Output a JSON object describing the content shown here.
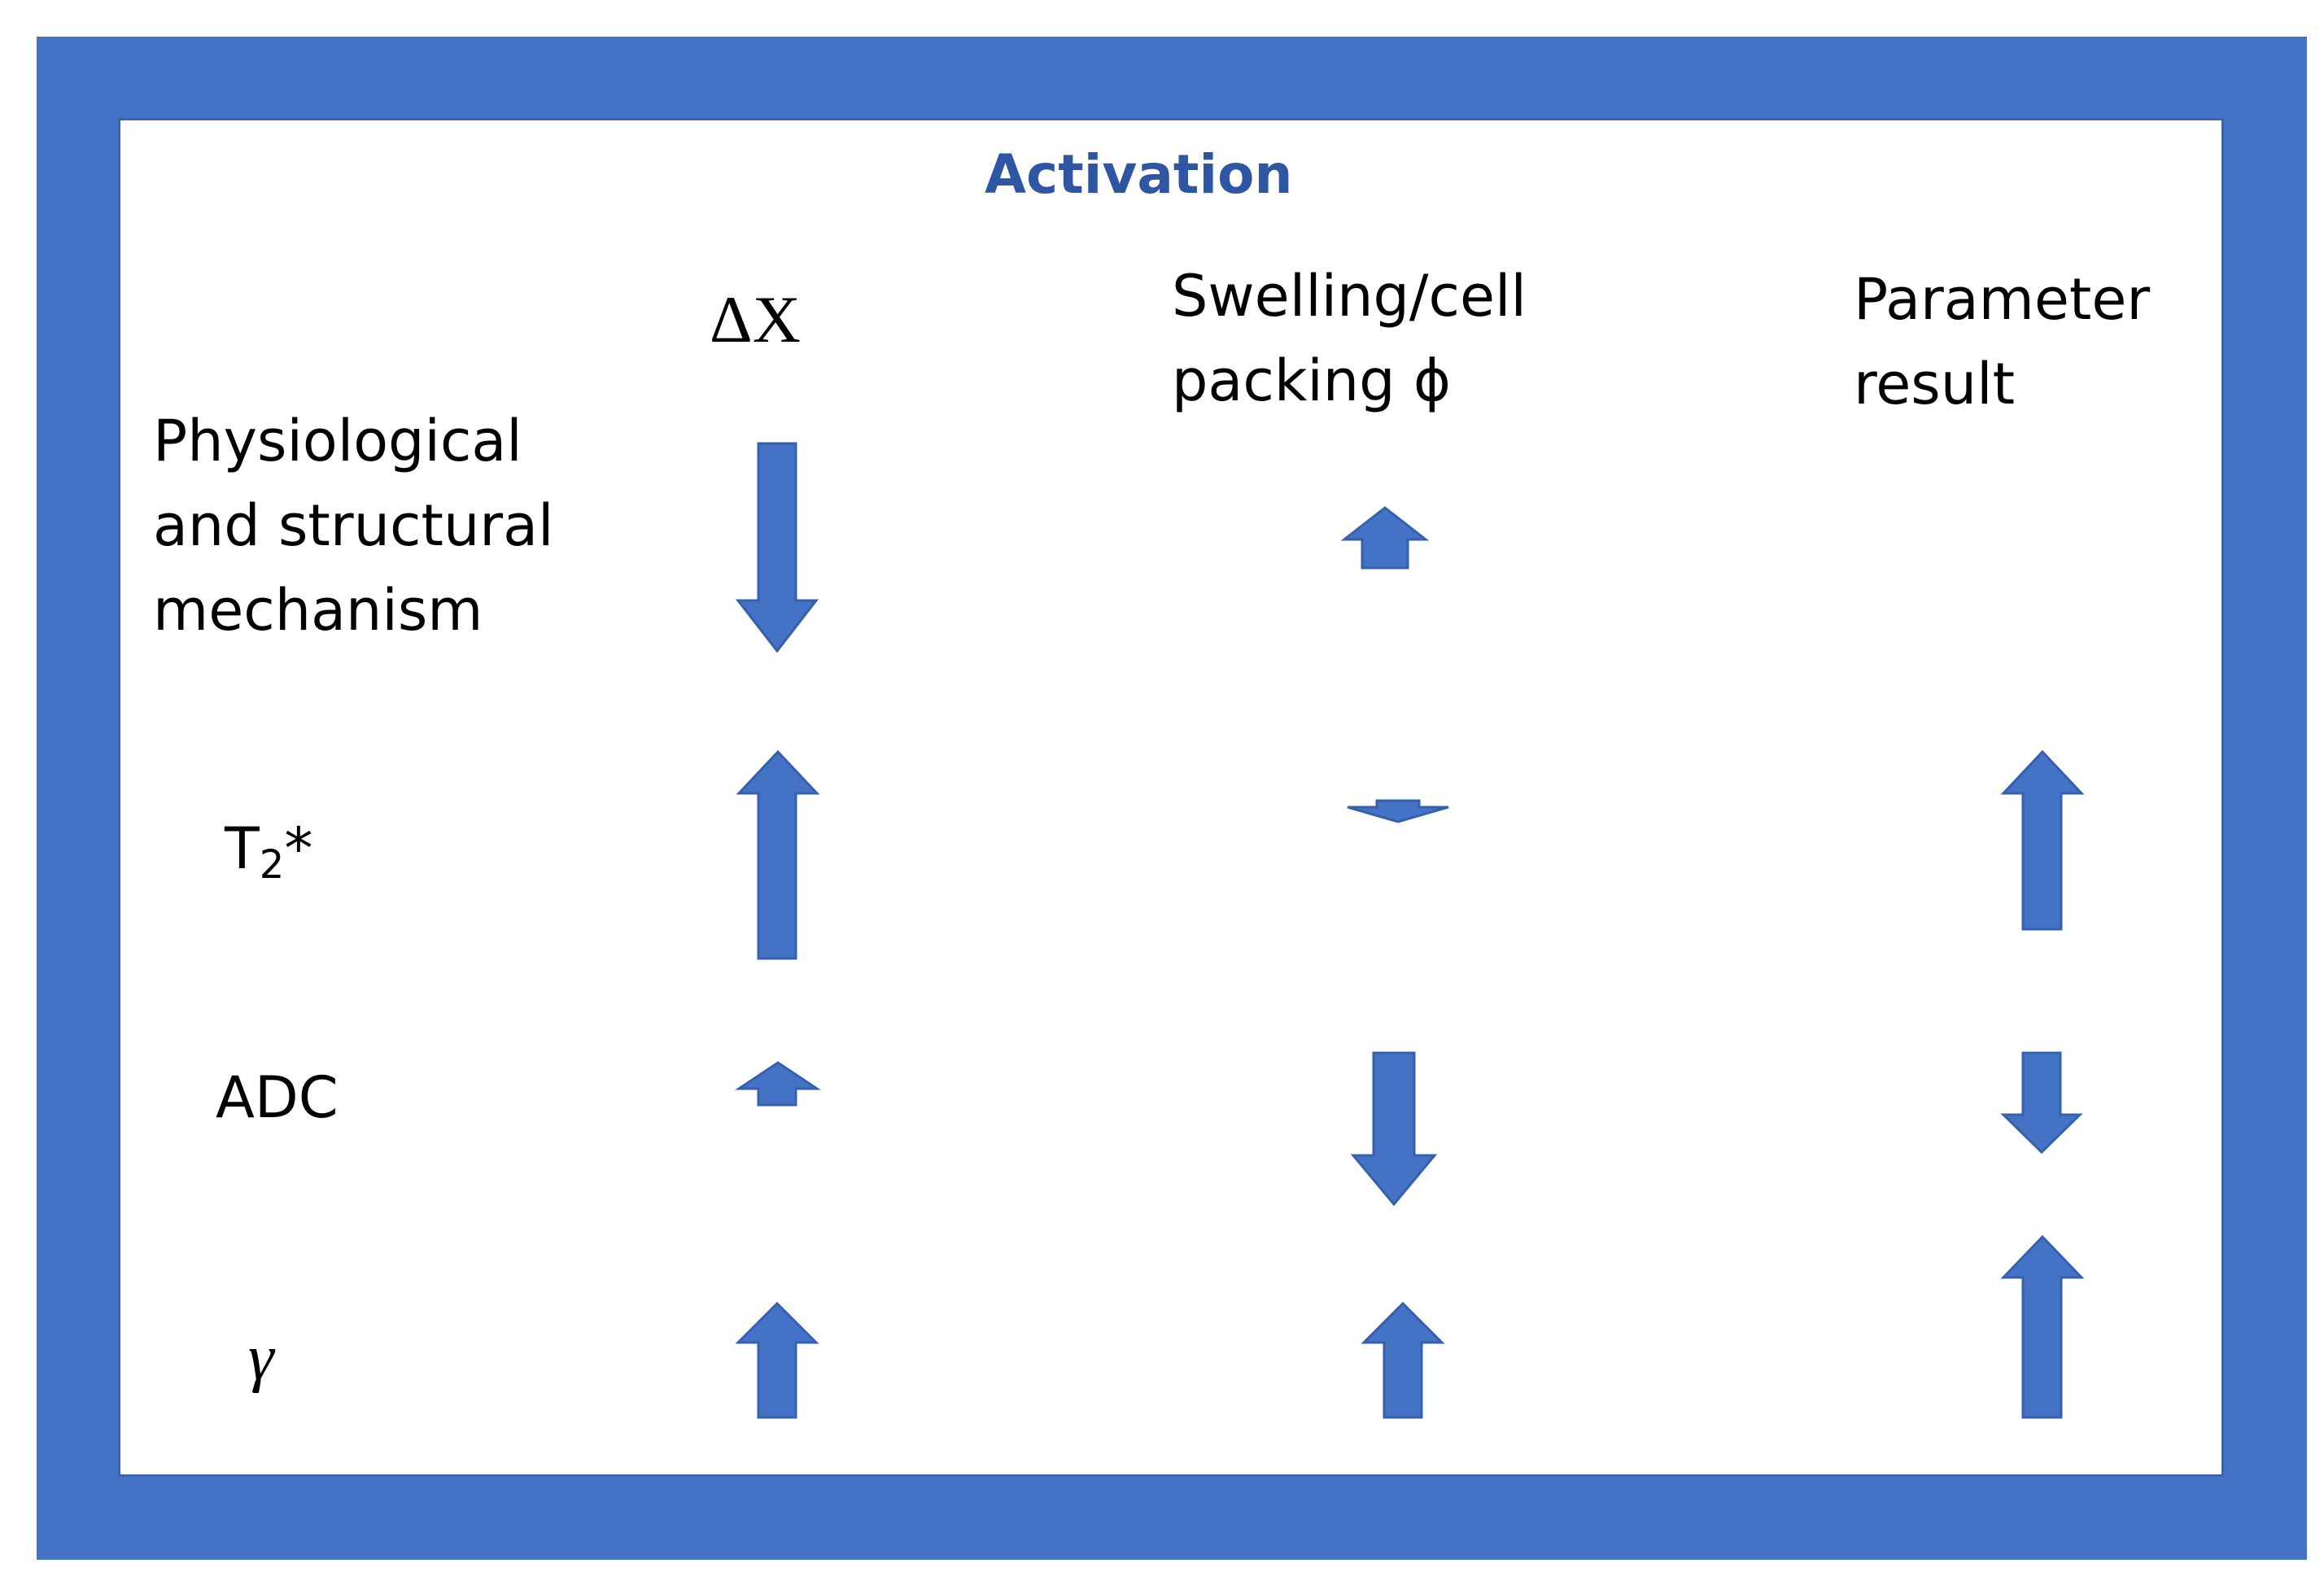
{
  "title": "Activation",
  "columns": {
    "delta_x": "ΔX",
    "swelling": [
      "Swelling/cell",
      "packing ϕ"
    ],
    "result": [
      "Parameter",
      "result"
    ]
  },
  "rows": {
    "mechanism": [
      "Physiological",
      "and structural",
      "mechanism"
    ],
    "t2_base": "T",
    "t2_sub": "2",
    "t2_star": "*",
    "adc": "ADC",
    "gamma": "γ"
  },
  "colors": {
    "frame": "#4472c4",
    "arrow": "#4472c4",
    "title": "#2f56a3"
  },
  "arrows": [
    {
      "row": "mechanism",
      "column": "delta_x",
      "direction": "down",
      "magnitude": "large"
    },
    {
      "row": "mechanism",
      "column": "swelling",
      "direction": "up",
      "magnitude": "small"
    },
    {
      "row": "T2*",
      "column": "delta_x",
      "direction": "up",
      "magnitude": "large"
    },
    {
      "row": "T2*",
      "column": "swelling",
      "direction": "down",
      "magnitude": "very small"
    },
    {
      "row": "T2*",
      "column": "result",
      "direction": "up",
      "magnitude": "large"
    },
    {
      "row": "ADC",
      "column": "delta_x",
      "direction": "up",
      "magnitude": "small"
    },
    {
      "row": "ADC",
      "column": "swelling",
      "direction": "down",
      "magnitude": "large"
    },
    {
      "row": "ADC",
      "column": "result",
      "direction": "down",
      "magnitude": "medium"
    },
    {
      "row": "gamma",
      "column": "delta_x",
      "direction": "up",
      "magnitude": "medium"
    },
    {
      "row": "gamma",
      "column": "swelling",
      "direction": "up",
      "magnitude": "medium"
    },
    {
      "row": "gamma",
      "column": "result",
      "direction": "up",
      "magnitude": "large"
    }
  ]
}
